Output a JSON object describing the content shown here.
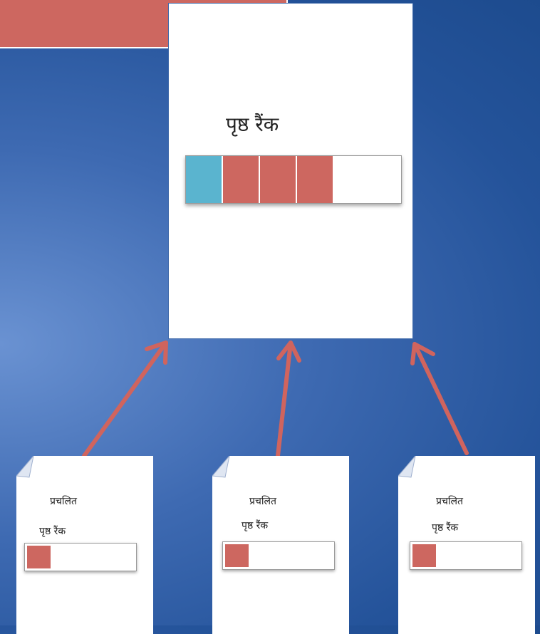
{
  "main_page": {
    "title": "पृष्ठ रैंक",
    "rank_bar": [
      "blue",
      "red",
      "red",
      "red",
      "empty"
    ]
  },
  "source_pages": [
    {
      "label_line1": "प्रचलित",
      "label_line2": "पृष्ठ रैंक"
    },
    {
      "label_line1": "प्रचलित",
      "label_line2": "पृष्ठ रैंक"
    },
    {
      "label_line1": "प्रचलित",
      "label_line2": "पृष्ठ रैंक"
    }
  ],
  "colors": {
    "accent_red": "#cd6760",
    "accent_blue": "#5ab4cf",
    "background_blue": "#2a5aa0",
    "arrow": "#d0645e"
  }
}
